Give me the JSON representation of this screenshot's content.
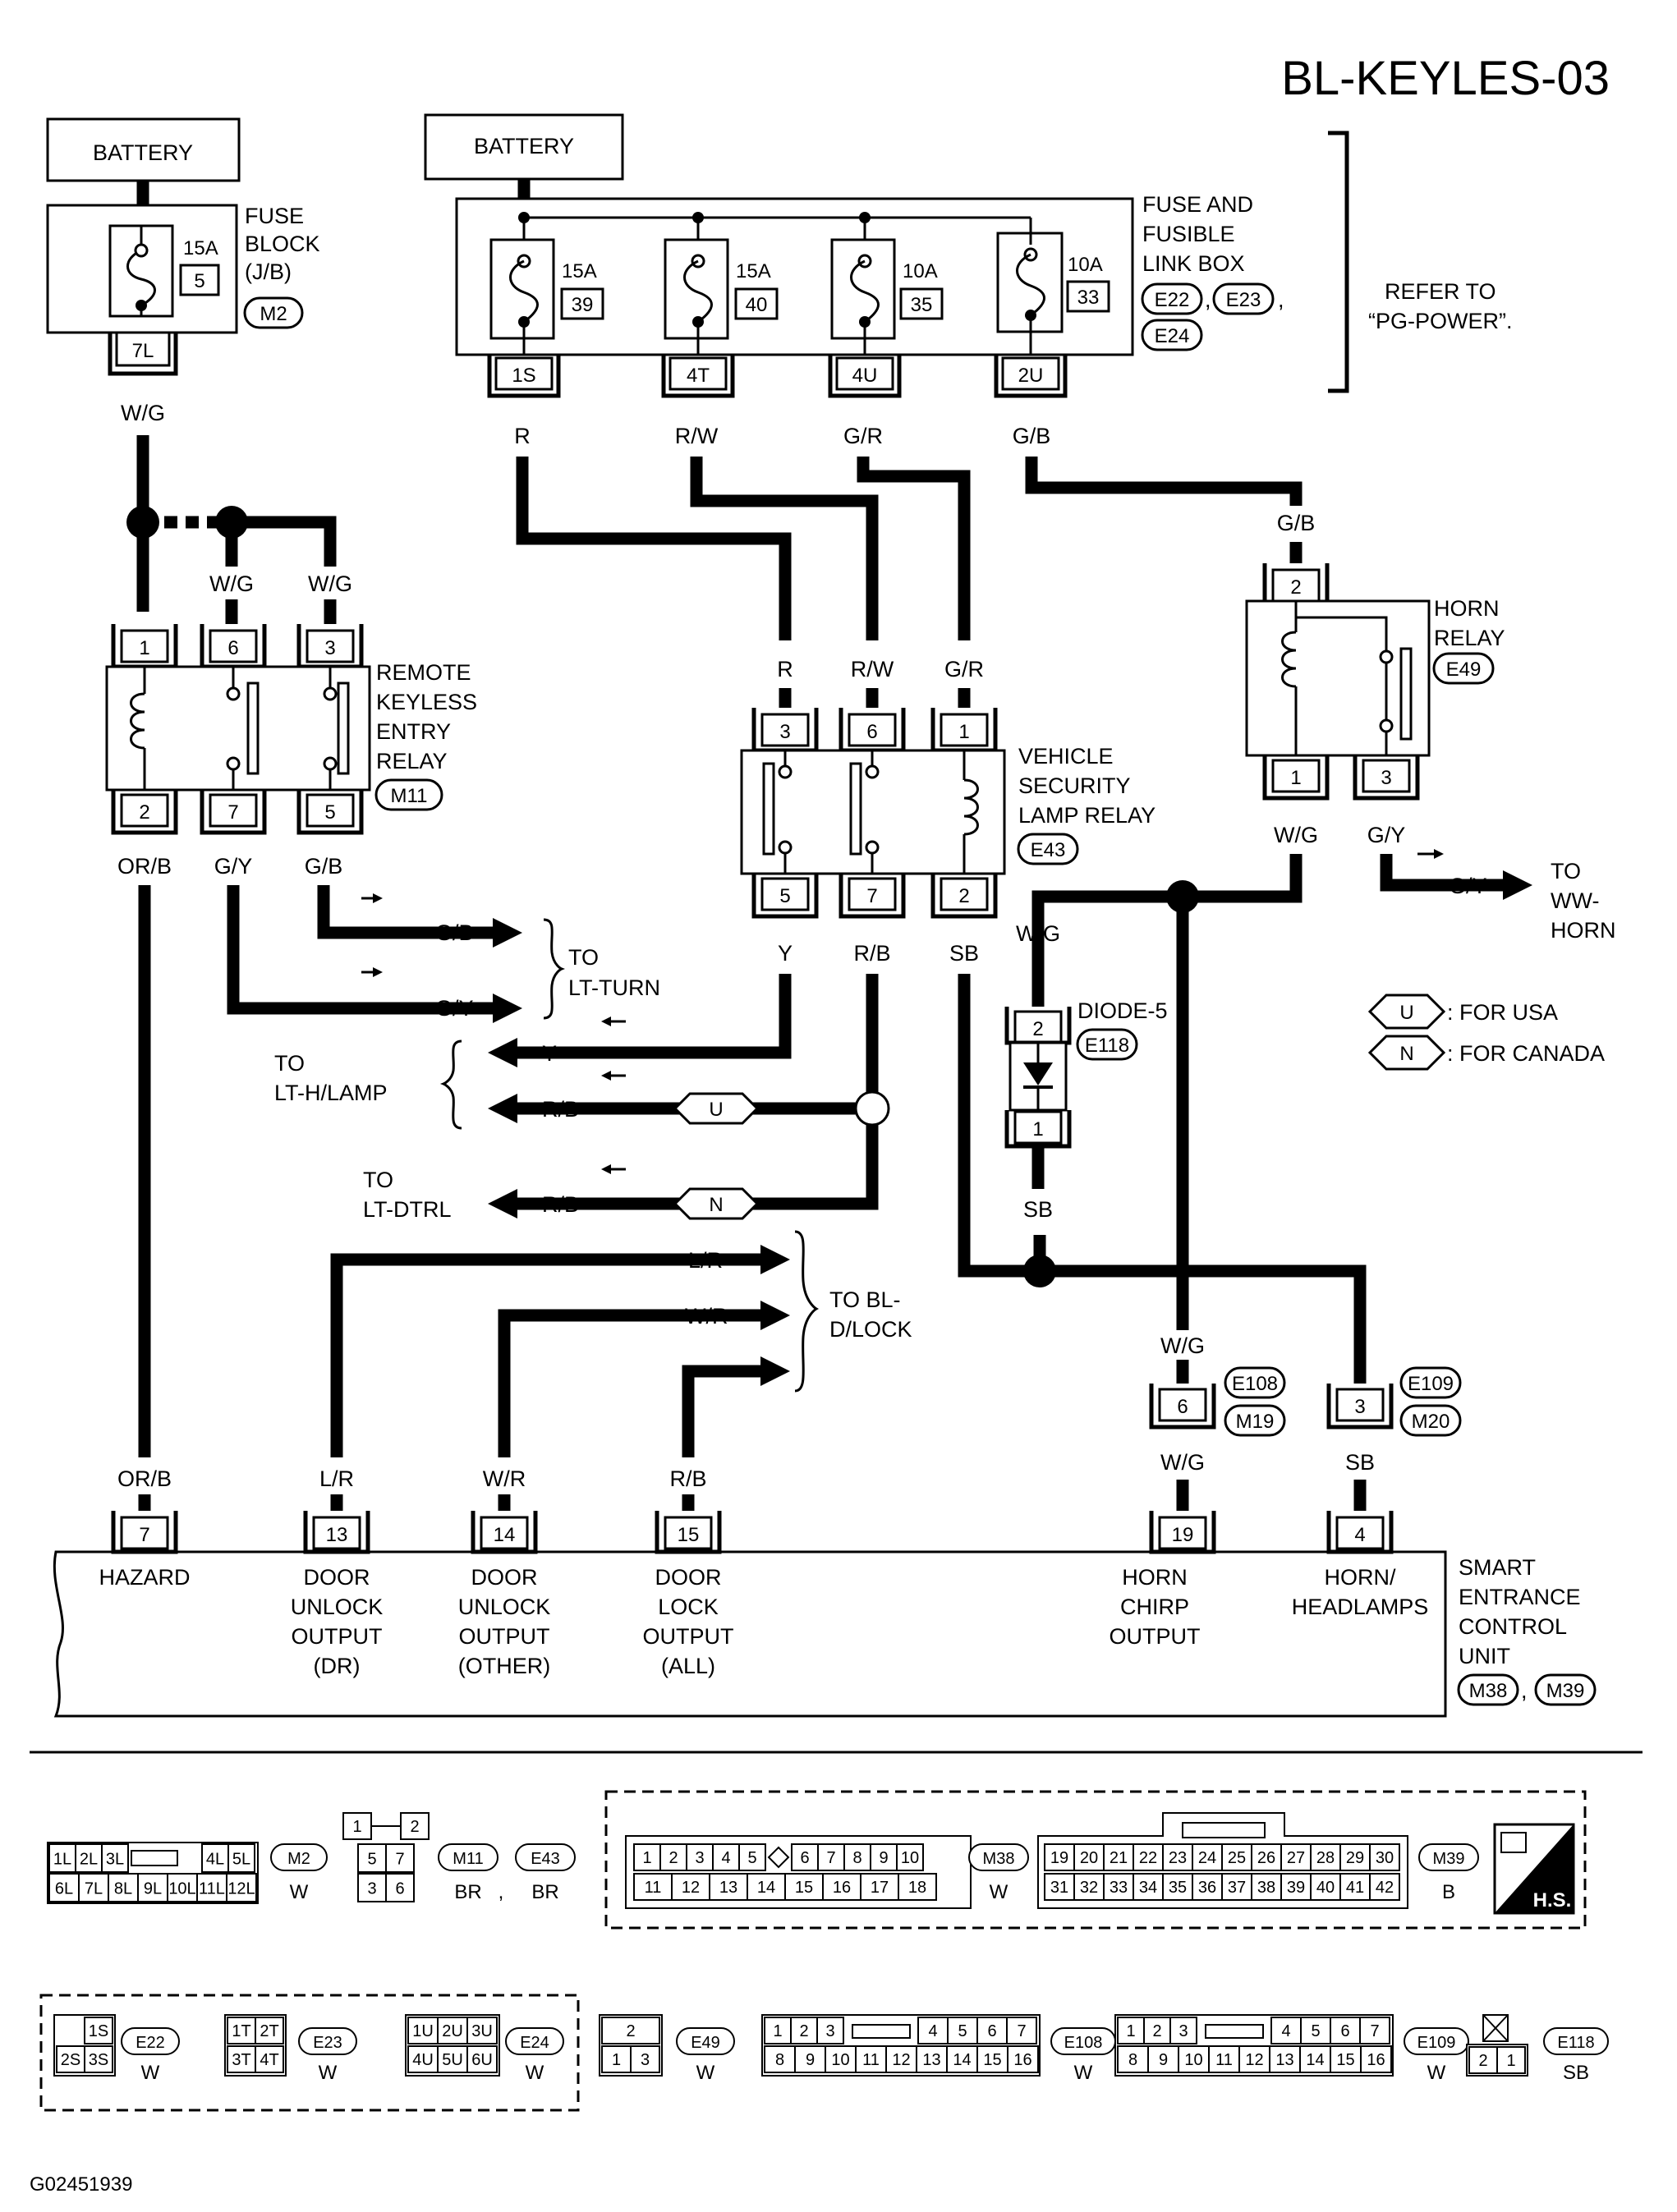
{
  "title": "BL-KEYLES-03",
  "footer_code": "G02451939",
  "battery_left": "BATTERY",
  "battery_right": "BATTERY",
  "fuse_block": {
    "label": [
      "FUSE",
      "BLOCK",
      "(J/B)"
    ],
    "amp": "15A",
    "num": "5",
    "conn": "M2",
    "pin": "7L"
  },
  "fuse_link_box": {
    "label": [
      "FUSE AND",
      "FUSIBLE",
      "LINK BOX"
    ],
    "conns": [
      "E22",
      "E23",
      "E24"
    ],
    "sep": ",",
    "fuses": [
      {
        "amp": "15A",
        "num": "39",
        "pin": "1S",
        "wire": "R"
      },
      {
        "amp": "15A",
        "num": "40",
        "pin": "4T",
        "wire": "R/W"
      },
      {
        "amp": "10A",
        "num": "35",
        "pin": "4U",
        "wire": "G/R"
      },
      {
        "amp": "10A",
        "num": "33",
        "pin": "2U",
        "wire": "G/B"
      }
    ]
  },
  "refer": [
    "REFER TO",
    "“PG-POWER”."
  ],
  "keyless_relay": {
    "label": [
      "REMOTE",
      "KEYLESS",
      "ENTRY",
      "RELAY"
    ],
    "conn": "M11",
    "top_pins": [
      "1",
      "6",
      "3"
    ],
    "bottom_pins": [
      "2",
      "7",
      "5"
    ],
    "top_wires": [
      "W/G",
      "W/G"
    ],
    "bottom_wires": [
      "OR/B",
      "G/Y",
      "G/B"
    ]
  },
  "left_wire_top": "W/G",
  "security_relay": {
    "label": [
      "VEHICLE",
      "SECURITY",
      "LAMP RELAY"
    ],
    "conn": "E43",
    "top_pins": [
      "3",
      "6",
      "1"
    ],
    "bottom_pins": [
      "5",
      "7",
      "2"
    ],
    "top_wires": [
      "R",
      "R/W",
      "G/R"
    ],
    "bottom_wires": [
      "Y",
      "R/B",
      "SB"
    ]
  },
  "horn_relay": {
    "label": [
      "HORN",
      "RELAY"
    ],
    "conn": "E49",
    "top_pin": "2",
    "top_wire": "G/B",
    "bottom_pins": [
      "1",
      "3"
    ],
    "bottom_wires": [
      "W/G",
      "G/Y"
    ]
  },
  "to_ww_horn": {
    "wire": "G/Y",
    "label": [
      "TO",
      "WW-",
      "HORN"
    ]
  },
  "lt_turn": {
    "wires": [
      "G/B",
      "G/Y"
    ],
    "label": [
      "TO",
      "LT-TURN"
    ]
  },
  "lt_hlamp": {
    "wires": [
      "Y",
      "R/B"
    ],
    "label": [
      "TO",
      "LT-H/LAMP"
    ]
  },
  "lt_dtrl": {
    "wire": "R/B",
    "label": [
      "TO",
      "LT-DTRL"
    ]
  },
  "bl_dlock": {
    "wires": [
      "L/R",
      "W/R"
    ],
    "label": [
      "TO BL-",
      "D/LOCK"
    ]
  },
  "legend": [
    {
      "sym": "U",
      "text": ": FOR USA"
    },
    {
      "sym": "N",
      "text": ": FOR CANADA"
    }
  ],
  "diode": {
    "label": "DIODE-5",
    "conn": "E118",
    "pins": [
      "2",
      "1"
    ],
    "top_wire": "W/G",
    "bottom_wire": "SB"
  },
  "mid_conns": [
    {
      "pin": "6",
      "top_wire": "W/G",
      "bottom_wire": "W/G",
      "conns": [
        "E108",
        "M19"
      ]
    },
    {
      "pin": "3",
      "top_wire": "",
      "bottom_wire": "SB",
      "conns": [
        "E109",
        "M20"
      ]
    }
  ],
  "secu": {
    "label": [
      "SMART",
      "ENTRANCE",
      "CONTROL",
      "UNIT"
    ],
    "conns": [
      "M38",
      "M39"
    ],
    "sep": ",",
    "pins": [
      {
        "num": "7",
        "wire": "OR/B",
        "label": [
          "HAZARD"
        ]
      },
      {
        "num": "13",
        "wire": "L/R",
        "label": [
          "DOOR",
          "UNLOCK",
          "OUTPUT",
          "(DR)"
        ]
      },
      {
        "num": "14",
        "wire": "W/R",
        "label": [
          "DOOR",
          "UNLOCK",
          "OUTPUT",
          "(OTHER)"
        ]
      },
      {
        "num": "15",
        "wire": "R/B",
        "label": [
          "DOOR",
          "LOCK",
          "OUTPUT",
          "(ALL)"
        ]
      },
      {
        "num": "19",
        "wire": "W/G",
        "label": [
          "HORN",
          "CHIRP",
          "OUTPUT"
        ]
      },
      {
        "num": "4",
        "wire": "SB",
        "label": [
          "HORN/",
          "HEADLAMPS"
        ]
      }
    ]
  },
  "connector_views": {
    "m2": {
      "row1": [
        "1L",
        "2L",
        "3L",
        "4L",
        "5L"
      ],
      "row2": [
        "6L",
        "7L",
        "8L",
        "9L",
        "10L",
        "11L",
        "12L"
      ],
      "name": "M2",
      "color": "W"
    },
    "m11": {
      "row0": [
        "1",
        "2"
      ],
      "row1": [
        "5",
        "7"
      ],
      "row2": [
        "3",
        "6"
      ],
      "names": [
        "M11",
        "E43"
      ],
      "colors": [
        "BR",
        "BR"
      ],
      "sep": ","
    },
    "m38": {
      "row1": [
        "1",
        "2",
        "3",
        "4",
        "5",
        "6",
        "7",
        "8",
        "9",
        "10"
      ],
      "row2": [
        "11",
        "12",
        "13",
        "14",
        "15",
        "16",
        "17",
        "18"
      ],
      "name": "M38",
      "color": "W"
    },
    "m39": {
      "row1": [
        "19",
        "20",
        "21",
        "22",
        "23",
        "24",
        "25",
        "26",
        "27",
        "28",
        "29",
        "30"
      ],
      "row2": [
        "31",
        "32",
        "33",
        "34",
        "35",
        "36",
        "37",
        "38",
        "39",
        "40",
        "41",
        "42"
      ],
      "name": "M39",
      "color": "B"
    },
    "hs": "H.S.",
    "e22": {
      "row1": [
        "1S"
      ],
      "row2": [
        "2S",
        "3S"
      ],
      "name": "E22",
      "color": "W"
    },
    "e23": {
      "row1": [
        "1T",
        "2T"
      ],
      "row2": [
        "3T",
        "4T"
      ],
      "name": "E23",
      "color": "W"
    },
    "e24": {
      "row1": [
        "1U",
        "2U",
        "3U"
      ],
      "row2": [
        "4U",
        "5U",
        "6U"
      ],
      "name": "E24",
      "color": "W"
    },
    "e49": {
      "row1": [
        "2"
      ],
      "row2": [
        "1",
        "3"
      ],
      "name": "E49",
      "color": "W"
    },
    "e108": {
      "row1": [
        "1",
        "2",
        "3",
        "4",
        "5",
        "6",
        "7"
      ],
      "row2": [
        "8",
        "9",
        "10",
        "11",
        "12",
        "13",
        "14",
        "15",
        "16"
      ],
      "name": "E108",
      "color": "W"
    },
    "e109": {
      "row1": [
        "1",
        "2",
        "3",
        "4",
        "5",
        "6",
        "7"
      ],
      "row2": [
        "8",
        "9",
        "10",
        "11",
        "12",
        "13",
        "14",
        "15",
        "16"
      ],
      "name": "E109",
      "color": "W"
    },
    "e118": {
      "row1": [
        "2",
        "1"
      ],
      "name": "E118",
      "color": "SB"
    }
  }
}
